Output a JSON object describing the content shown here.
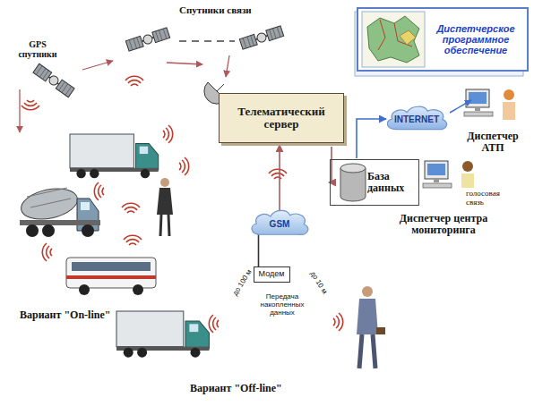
{
  "diagram": {
    "nodes": [
      {
        "text": [
          "Диспетчерское программное обеспечение"
        ]
      },
      {
        "text": [
          "Телематический сервер"
        ]
      },
      {
        "text": [
          "INTERNET"
        ]
      },
      {
        "text": [
          "База данных"
        ]
      },
      {
        "text": [
          "GSM"
        ]
      },
      {
        "text": [
          "Модем"
        ]
      }
    ],
    "edges": [
      {
        "from": 4,
        "to": 1,
        "arrow": "to"
      },
      {
        "from": 1,
        "to": 3,
        "arrow": "to"
      },
      {
        "from": 3,
        "to": 2,
        "arrow": "to"
      },
      {
        "from": 5,
        "to": 4,
        "arrow": "none"
      }
    ],
    "labels": [
      "Спутники связи",
      "GPS спутники",
      "Диспетчер АТП",
      "голосовая связь",
      "Диспетчер центра мониторинга",
      "Вариант \"On-line\"",
      "до 100 м",
      "до 10 м",
      "Передача накопленных данных",
      "Вариант \"Off-line\""
    ]
  }
}
